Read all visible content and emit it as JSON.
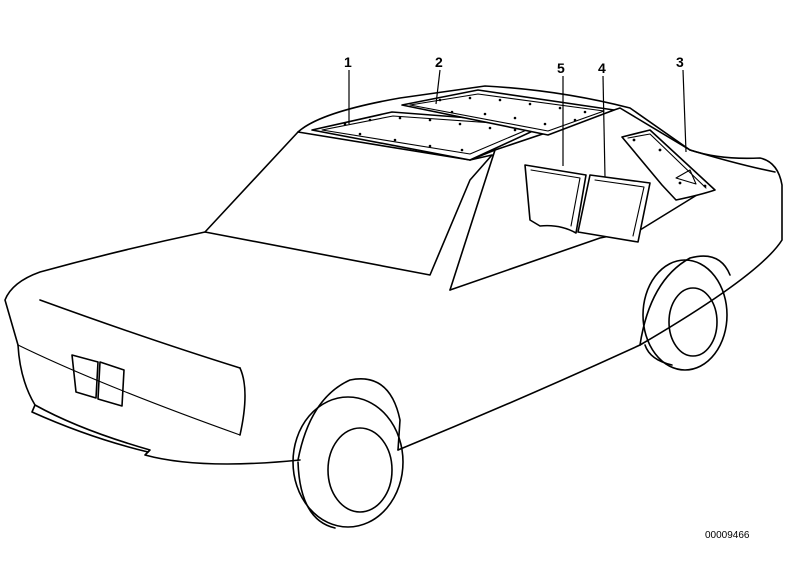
{
  "diagram": {
    "callouts": [
      {
        "id": "callout-1",
        "label": "1"
      },
      {
        "id": "callout-2",
        "label": "2"
      },
      {
        "id": "callout-3",
        "label": "3"
      },
      {
        "id": "callout-4",
        "label": "4"
      },
      {
        "id": "callout-5",
        "label": "5"
      }
    ],
    "reference_number": "00009466"
  }
}
